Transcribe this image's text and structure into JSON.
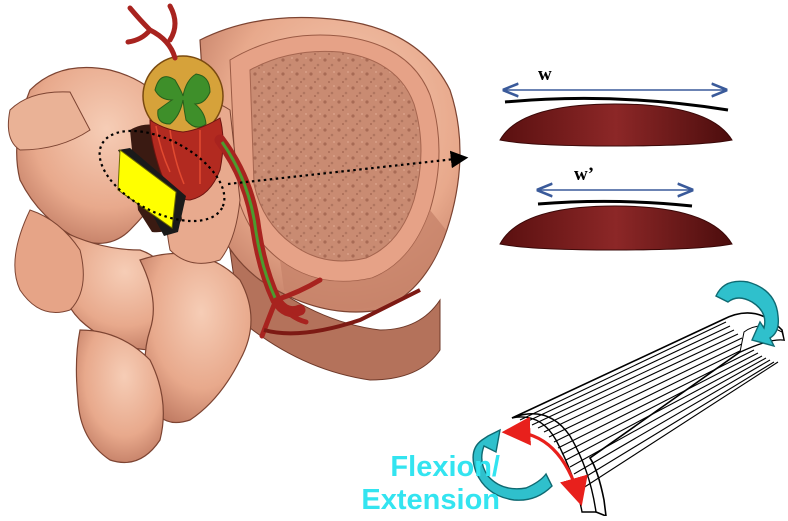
{
  "labels": {
    "width_original": "w",
    "width_deformed": "w’",
    "motion_line1": "Flexion/",
    "motion_line2": "Extension"
  },
  "colors": {
    "bone": "#e8a98c",
    "bone_shadow": "#b9735c",
    "bone_highlight": "#f6cdb6",
    "cancellous": "#c98b72",
    "nerve_red": "#a8231f",
    "cord_green": "#3e8f2a",
    "cord_yellow": "#d6a23a",
    "implant_yellow": "#ffff00",
    "disc_maroon": "#6e1414",
    "dim_arrow_blue": "#3a5a9a",
    "motion_cyan": "#2fc0cc",
    "motion_red": "#e8201c",
    "motion_label": "#33e4f0"
  },
  "icons": {
    "rotation_arrow_top": "curved-cyan-arrow",
    "rotation_arrow_bottom": "curved-cyan-arrow",
    "bend_arrow": "curved-red-double-arrow"
  }
}
